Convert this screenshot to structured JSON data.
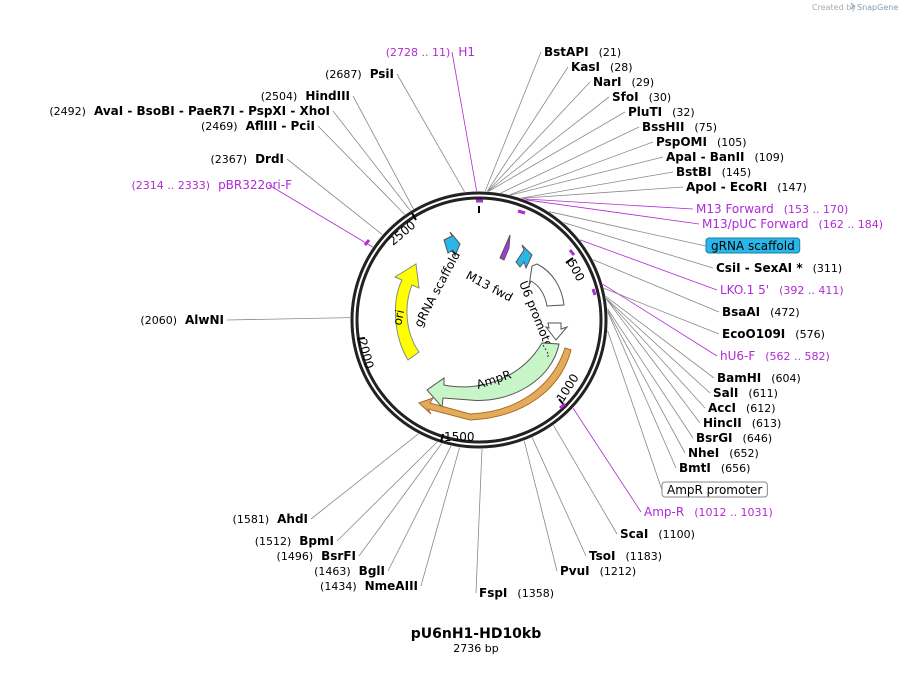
{
  "credit": {
    "created_by": "Created by",
    "brand": "SnapGene"
  },
  "plasmid": {
    "name": "pU6nH1-HD10kb",
    "length_label": "2736 bp",
    "total_bp": 2736
  },
  "ticks": [
    "500",
    "1000",
    "1500",
    "2000",
    "2500"
  ],
  "enzymes": [
    {
      "name": "BstAPI",
      "pos": "(21)"
    },
    {
      "name": "KasI",
      "pos": "(28)"
    },
    {
      "name": "NarI",
      "pos": "(29)"
    },
    {
      "name": "SfoI",
      "pos": "(30)"
    },
    {
      "name": "PluTI",
      "pos": "(32)"
    },
    {
      "name": "BssHII",
      "pos": "(75)"
    },
    {
      "name": "PspOMI",
      "pos": "(105)"
    },
    {
      "name": "ApaI  -  BanII",
      "pos": "(109)"
    },
    {
      "name": "BstBI",
      "pos": "(145)"
    },
    {
      "name": "ApoI  -  EcoRI",
      "pos": "(147)"
    },
    {
      "name": "CsiI  -  SexAI *",
      "pos": "(311)"
    },
    {
      "name": "BsaAI",
      "pos": "(472)"
    },
    {
      "name": "EcoO109I",
      "pos": "(576)"
    },
    {
      "name": "BamHI",
      "pos": "(604)"
    },
    {
      "name": "SalI",
      "pos": "(611)"
    },
    {
      "name": "AccI",
      "pos": "(612)"
    },
    {
      "name": "HincII",
      "pos": "(613)"
    },
    {
      "name": "BsrGI",
      "pos": "(646)"
    },
    {
      "name": "NheI",
      "pos": "(652)"
    },
    {
      "name": "BmtI",
      "pos": "(656)"
    },
    {
      "name": "ScaI",
      "pos": "(1100)"
    },
    {
      "name": "TsoI",
      "pos": "(1183)"
    },
    {
      "name": "PvuI",
      "pos": "(1212)"
    },
    {
      "name": "FspI",
      "pos": "(1358)"
    },
    {
      "name": "NmeAIII",
      "pos": "(1434)"
    },
    {
      "name": "BglI",
      "pos": "(1463)"
    },
    {
      "name": "BsrFI",
      "pos": "(1496)"
    },
    {
      "name": "BpmI",
      "pos": "(1512)"
    },
    {
      "name": "AhdI",
      "pos": "(1581)"
    },
    {
      "name": "AlwNI",
      "pos": "(2060)"
    },
    {
      "name": "DrdI",
      "pos": "(2367)"
    },
    {
      "name": "AflIII  -  PciI",
      "pos": "(2469)"
    },
    {
      "name": "AvaI  -  BsoBI  -  PaeR7I  -  PspXI  -  XhoI",
      "pos": "(2492)"
    },
    {
      "name": "HindIII",
      "pos": "(2504)"
    },
    {
      "name": "PsiI",
      "pos": "(2687)"
    }
  ],
  "primers": [
    {
      "name": "H1",
      "pos": "(2728 .. 11)"
    },
    {
      "name": "M13 Forward",
      "pos": "(153 .. 170)"
    },
    {
      "name": "M13/pUC Forward",
      "pos": "(162 .. 184)"
    },
    {
      "name": "LKO.1 5'",
      "pos": "(392 .. 411)"
    },
    {
      "name": "hU6-F",
      "pos": "(562 .. 582)"
    },
    {
      "name": "Amp-R",
      "pos": "(1012 .. 1031)"
    },
    {
      "name": "pBR322ori-F",
      "pos": "(2314 .. 2333)"
    }
  ],
  "feature_labels": {
    "grna_scaffold_box": "gRNA scaffold",
    "ampr_promoter_box": "AmpR promoter",
    "inner_grna": "gRNA scaffold",
    "inner_m13": "M13 fwd",
    "inner_u6": "U6 promoter",
    "inner_ampr": "AmpR",
    "inner_ori": "ori"
  },
  "colors": {
    "primer": "#b02ad6",
    "grna_feature": "#29b6e8",
    "u6_feature": "#ffffff",
    "ampr_feature": "#c8f5c8",
    "ori_feature": "#ffff00",
    "ampr_orf": "#c8741a",
    "m13_feature": "#9b3fd6"
  }
}
